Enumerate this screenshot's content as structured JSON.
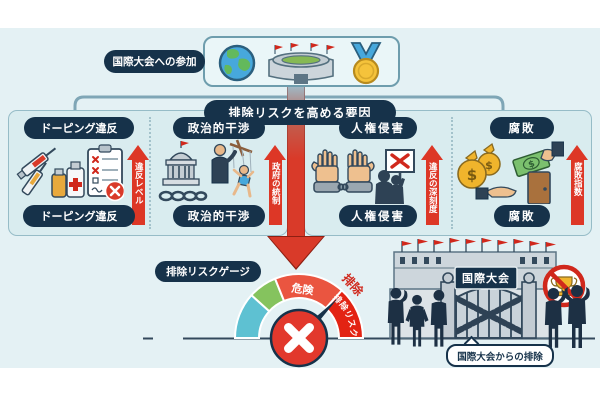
{
  "colors": {
    "canvas": "#e4f1f4",
    "navy": "#16324a",
    "red_arrow": "#d93a29",
    "panel": "#d9ecef",
    "gauge_segments": [
      "#5ec1d2",
      "#85c35e",
      "#ea5540",
      "#e32313"
    ],
    "prohibition_red": "#d0281c",
    "gold": "#f0b42c"
  },
  "top": {
    "label": "国際大会への参加",
    "icons": [
      "globe-icon",
      "stadium-icon",
      "gold-medal-icon"
    ]
  },
  "banner": {
    "label": "排除リスクを高める要因"
  },
  "factors": [
    {
      "title": "ドーピング違反",
      "caption": "ドーピング違反",
      "arrow_label": "違反レベル",
      "icons": [
        "syringe-icon",
        "medicine-bottle-icon",
        "violation-checklist-icon"
      ]
    },
    {
      "title": "政治的干渉",
      "caption": "政治的干渉",
      "arrow_label": "政府の統制",
      "icons": [
        "government-building-icon",
        "chain-icon",
        "puppet-master-icon"
      ]
    },
    {
      "title": "人権侵害",
      "caption": "人権侵害",
      "arrow_label": "違反の深刻度",
      "icons": [
        "handcuffed-hands-icon",
        "protest-sign-icon"
      ]
    },
    {
      "title": "腐敗",
      "caption": "腐敗",
      "arrow_label": "腐敗指数",
      "icons": [
        "money-bags-icon",
        "bribe-hand-icon",
        "back-door-icon"
      ]
    }
  ],
  "gauge": {
    "label": "排除リスクゲージ",
    "danger_label": "危険",
    "exclusion_arc_label": "排除リスク",
    "exclusion_outer_label": "排除"
  },
  "stadium": {
    "sign": "国際大会",
    "caption": "国際大会からの排除",
    "icons": [
      "no-trophy-prohibition-icon",
      "locked-gate-icon",
      "red-flags-icon",
      "excluded-people-icon"
    ]
  }
}
